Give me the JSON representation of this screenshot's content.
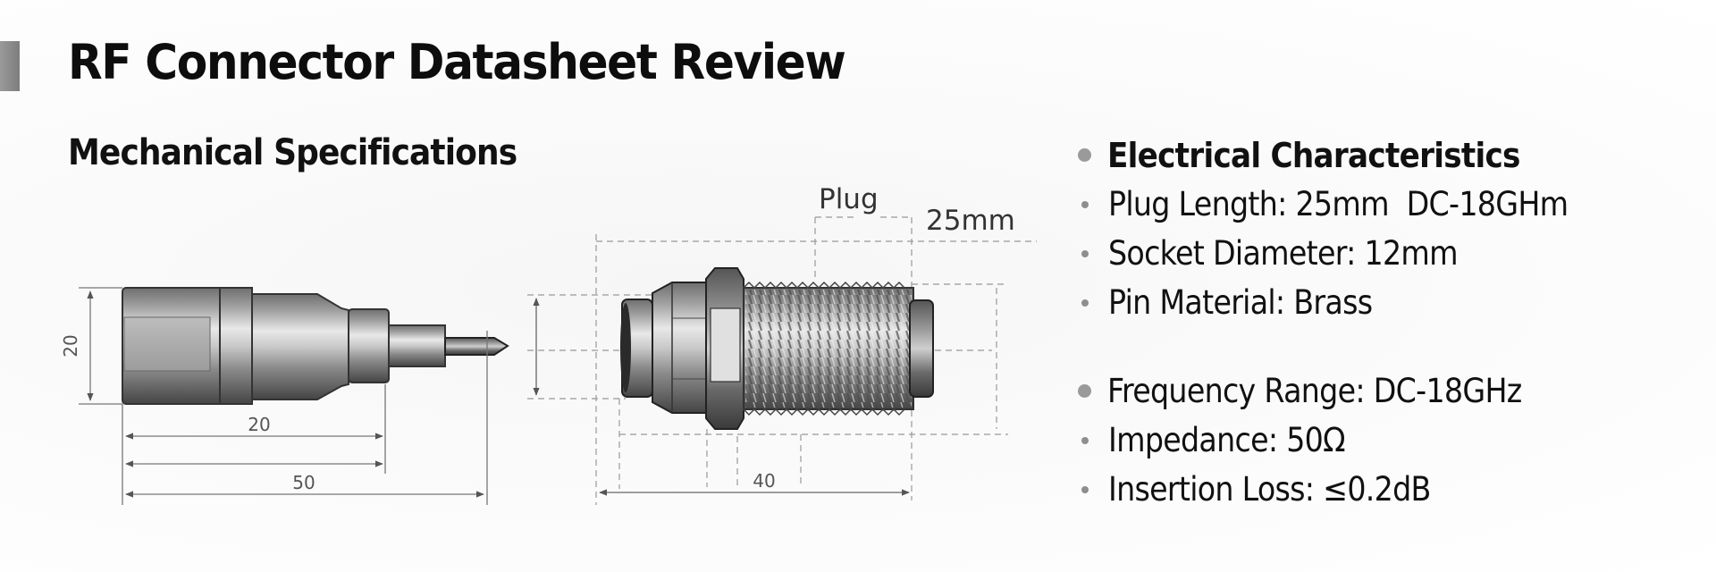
{
  "header": {
    "title": "RF Connector Datasheet Review"
  },
  "mechanical": {
    "section_title": "Mechanical Specifications",
    "plug_drawing": {
      "dim_height": "20",
      "dim_length_inner": "20",
      "dim_length_total": "50"
    },
    "socket_drawing": {
      "label": "Plug",
      "label_value": "25mm",
      "dim_length": "40"
    }
  },
  "electrical": {
    "groups": [
      {
        "heading": "Electrical Characteristics",
        "items": [
          "Plug Length: 25mm  DC-18GHm",
          "Socket Diameter: 12mm",
          "Pin Material: Brass"
        ]
      },
      {
        "heading": "Frequency Range: DC-18GHz",
        "items": [
          "Impedance: 50Ω",
          "Insertion Loss: ≤0.2dB"
        ]
      }
    ]
  },
  "colors": {
    "accent_bar": "#8a8a8a",
    "bullet": "#9a9a9a",
    "text": "#111111",
    "dimension_lines": "#777777"
  }
}
